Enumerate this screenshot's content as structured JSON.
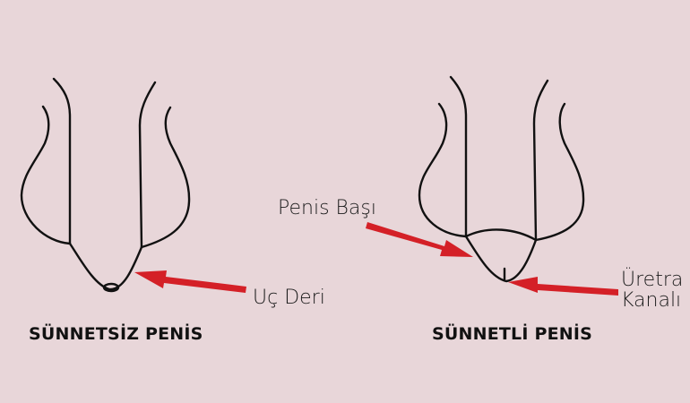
{
  "diagram": {
    "colors": {
      "background": "#e8d6d9",
      "line": "#111111",
      "arrow": "#d42027"
    },
    "left": {
      "title": "SÜNNETSİZ PENİS",
      "labels": [
        {
          "text": "Uç Deri",
          "points_to": "foreskin-tip"
        }
      ]
    },
    "right": {
      "title": "SÜNNETLİ PENİS",
      "labels": [
        {
          "text": "Penis Başı",
          "points_to": "glans"
        },
        {
          "text": "Üretra",
          "points_to": "urethra-opening"
        },
        {
          "text": "Kanalı",
          "points_to": "urethra-opening"
        }
      ]
    }
  }
}
